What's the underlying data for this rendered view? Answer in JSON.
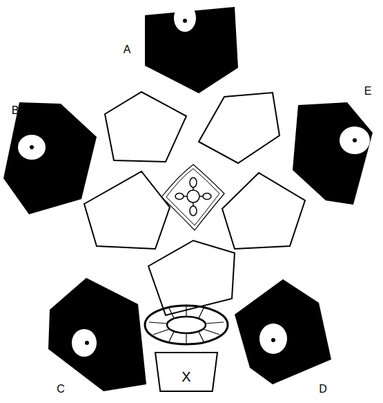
{
  "diagram": {
    "nodes": [
      {
        "text": [
          "X"
        ]
      }
    ],
    "labels": [
      "A",
      "B",
      "C",
      "D",
      "E"
    ]
  }
}
